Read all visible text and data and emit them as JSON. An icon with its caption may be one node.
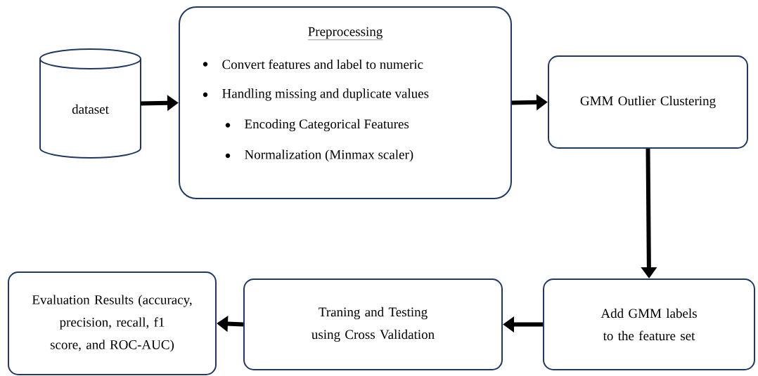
{
  "diagram": {
    "nodes": [
      {
        "text": [
          "dataset"
        ]
      },
      {
        "text": [
          "Preprocessing",
          "Convert features and label to numeric",
          "Handling missing and duplicate values",
          "Encoding Categorical Features",
          "Normalization (Minmax scaler)"
        ]
      },
      {
        "text": [
          "GMM Outlier Clustering"
        ]
      },
      {
        "text": [
          "Add GMM labels to the feature set"
        ]
      },
      {
        "text": [
          "Traning and Testing using Cross Validation"
        ]
      },
      {
        "text": [
          "Evaluation Results (accuracy, precision, recall, f1 score, and ROC-AUC)"
        ]
      }
    ],
    "edges": [
      {
        "from": 0,
        "to": 1,
        "arrow": "to"
      },
      {
        "from": 1,
        "to": 2,
        "arrow": "to"
      },
      {
        "from": 2,
        "to": 3,
        "arrow": "to"
      },
      {
        "from": 3,
        "to": 4,
        "arrow": "to"
      },
      {
        "from": 4,
        "to": 5,
        "arrow": "to"
      }
    ]
  }
}
